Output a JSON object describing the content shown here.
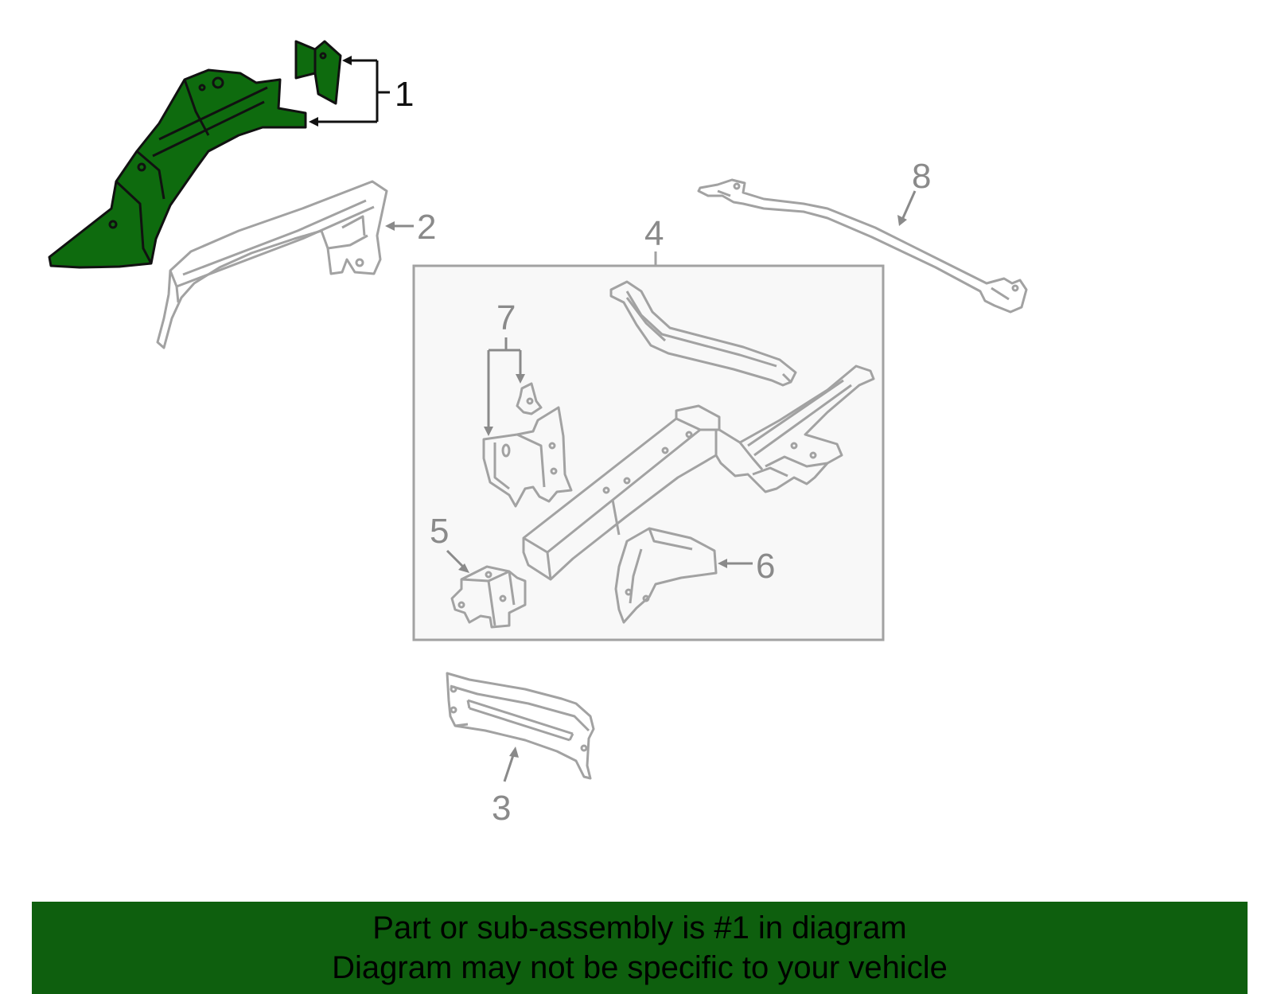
{
  "colors": {
    "highlight_fill": "#0e6b0e",
    "highlight_stroke": "#111111",
    "part_stroke": "#a2a2a2",
    "callout_text": "#8a8a8a",
    "subassembly_box_fill": "#f8f8f8",
    "banner_bg": "#0e5f0e",
    "banner_text": "#111111"
  },
  "callouts": {
    "c1": "1",
    "c2": "2",
    "c3": "3",
    "c4": "4",
    "c5": "5",
    "c6": "6",
    "c7": "7",
    "c8": "8"
  },
  "highlighted_part": "1",
  "banner": {
    "line1": "Part or sub-assembly is #1 in diagram",
    "line2": "Diagram may not be specific to your vehicle"
  }
}
